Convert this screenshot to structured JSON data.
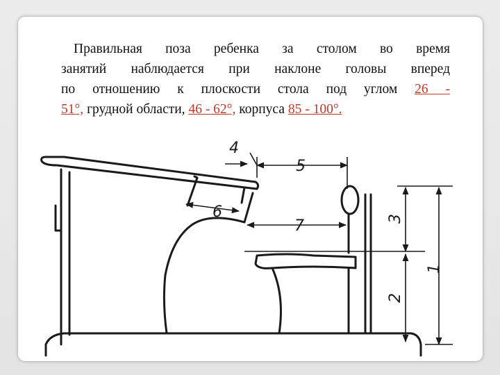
{
  "paragraph": {
    "line1_before": "Правильная поза ребенка за столом во время",
    "line2": "занятий наблюдается при наклоне головы вперед",
    "line3_before": "по отношению к плоскости стола под углом ",
    "line3_value": "26 -",
    "line4_value1": "51°,",
    "line4_mid": " грудной области, ",
    "line4_value2": "46 - 62°,",
    "line4_mid2": " корпуса ",
    "line4_value3": "85 - 100°."
  },
  "figure": {
    "labels": [
      "1",
      "2",
      "3",
      "4",
      "5",
      "6",
      "7"
    ]
  },
  "colors": {
    "highlight": "#c0392b",
    "text": "#111111",
    "card": "#ffffff",
    "background": "#e9e9e9"
  }
}
